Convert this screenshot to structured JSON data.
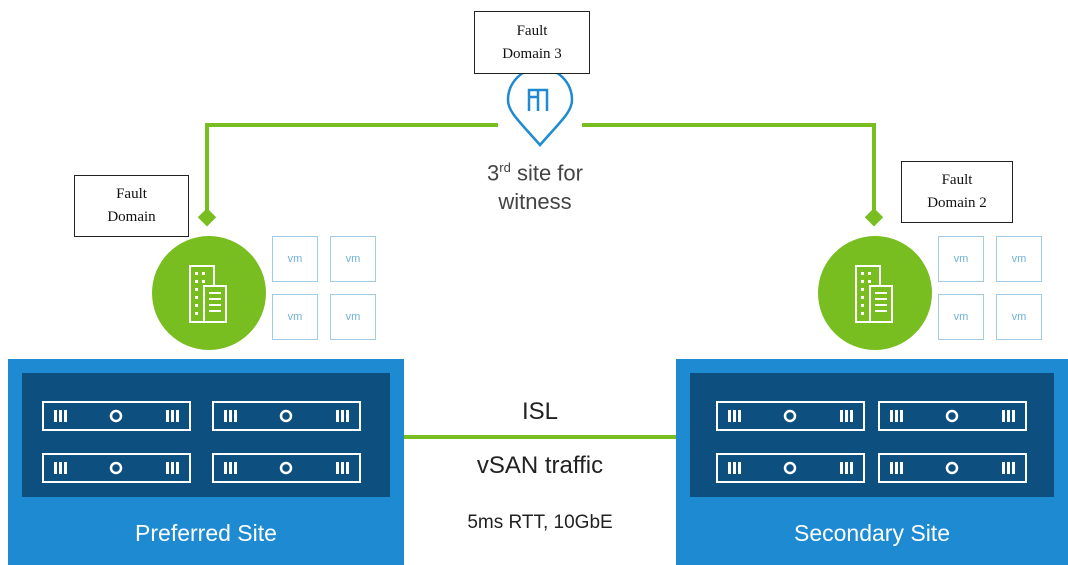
{
  "fault_domains": {
    "fd3": {
      "line1": "Fault",
      "line2": "Domain 3"
    },
    "fd1": {
      "line1": "Fault",
      "line2": "Domain"
    },
    "fd2": {
      "line1": "Fault",
      "line2": "Domain 2"
    }
  },
  "witness": {
    "ordinal": "3",
    "ordinal_suffix": "rd",
    "line1_rest": " site for",
    "line2": "witness"
  },
  "vm_label": "vm",
  "link": {
    "isl": "ISL",
    "traffic": "vSAN traffic",
    "spec": "5ms RTT, 10GbE"
  },
  "sites": {
    "preferred": "Preferred Site",
    "secondary": "Secondary Site"
  },
  "colors": {
    "green": "#78be20",
    "site_blue": "#1d8ad2",
    "site_dark": "#0d4f7e",
    "pin_blue": "#1d8ad2"
  }
}
